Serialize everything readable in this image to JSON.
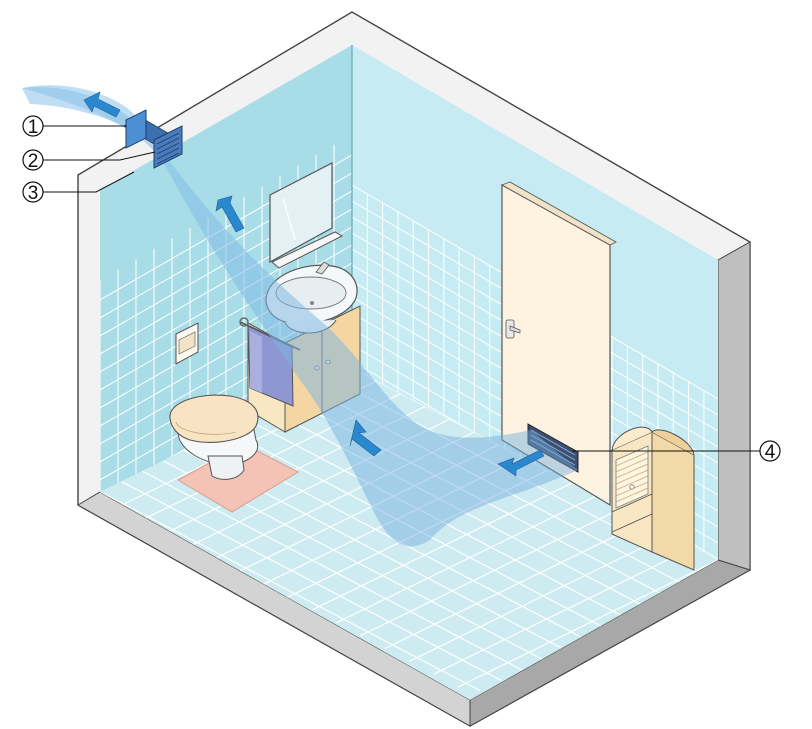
{
  "callouts": [
    {
      "number": "1",
      "target": "fan-cover"
    },
    {
      "number": "2",
      "target": "fan-unit"
    },
    {
      "number": "3",
      "target": "wall-duct"
    },
    {
      "number": "4",
      "target": "door-grille"
    }
  ],
  "colors": {
    "wall": "#a8dde8",
    "wall_light": "#c6ebf2",
    "floor": "#cdebf0",
    "tile_line": "#ffffff",
    "airflow": "#7bb5e0",
    "arrow": "#2a88cf",
    "outer_wall": "#f1f1f1",
    "door": "#fdf3e0",
    "cabinet": "#f6e3bd",
    "mat": "#f5c3b6",
    "towel": "#8f97d2"
  },
  "icons": [
    "fan-icon",
    "door-grille-icon",
    "airflow-arrow-icon"
  ]
}
